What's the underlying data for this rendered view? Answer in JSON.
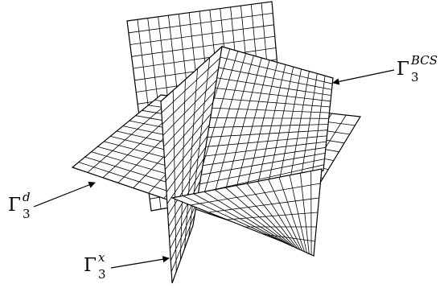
{
  "labels": {
    "bcs": {
      "symbol": "Γ",
      "subscript": "3",
      "superscript": "BCS"
    },
    "d": {
      "symbol": "Γ",
      "subscript": "3",
      "superscript": "d"
    },
    "x": {
      "symbol": "Γ",
      "subscript": "3",
      "superscript": "x"
    }
  },
  "grid": {
    "horizontal_cells": 14,
    "vertical_cells": 16
  },
  "colors": {
    "line": "#000000",
    "plane_fill": "#ffffff"
  }
}
